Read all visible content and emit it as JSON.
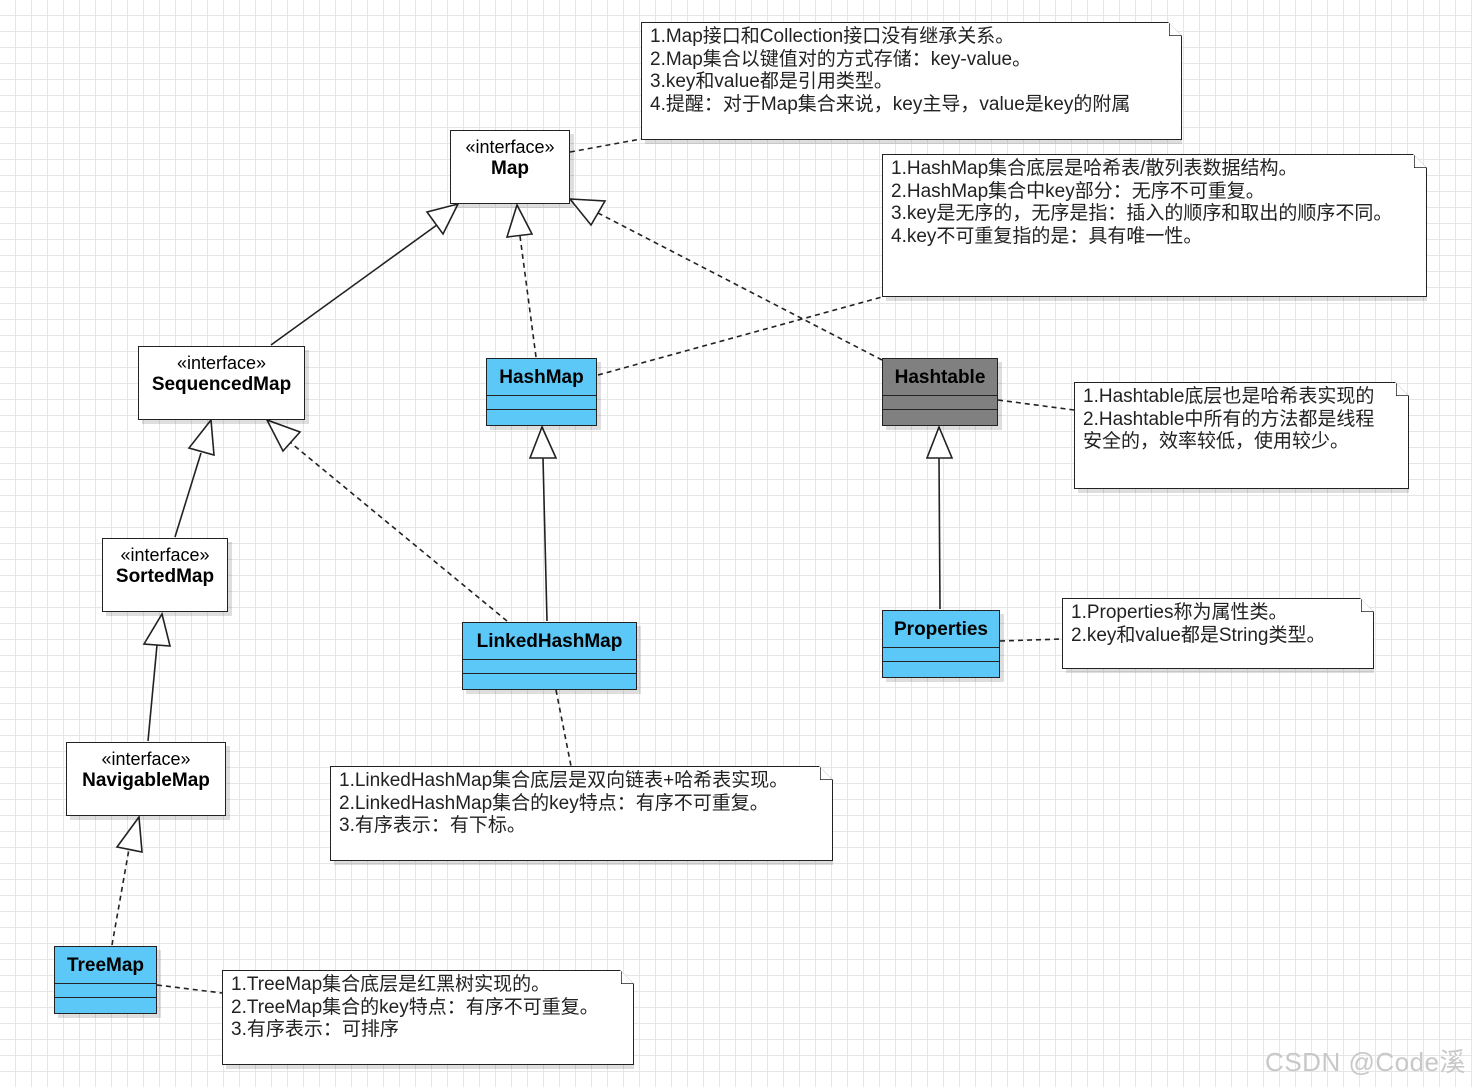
{
  "interfaces": {
    "map": {
      "stereotype": "«interface»",
      "name": "Map"
    },
    "sequenced_map": {
      "stereotype": "«interface»",
      "name": "SequencedMap"
    },
    "sorted_map": {
      "stereotype": "«interface»",
      "name": "SortedMap"
    },
    "navigable_map": {
      "stereotype": "«interface»",
      "name": "NavigableMap"
    }
  },
  "classes": {
    "hashmap": {
      "name": "HashMap"
    },
    "hashtable": {
      "name": "Hashtable"
    },
    "linkedhashmap": {
      "name": "LinkedHashMap"
    },
    "properties": {
      "name": "Properties"
    },
    "treemap": {
      "name": "TreeMap"
    }
  },
  "notes": {
    "map": [
      "1.Map接口和Collection接口没有继承关系。",
      "2.Map集合以键值对的方式存储：key-value。",
      "3.key和value都是引用类型。",
      "4.提醒：对于Map集合来说，key主导，value是key的附属"
    ],
    "hashmap": [
      "1.HashMap集合底层是哈希表/散列表数据结构。",
      "2.HashMap集合中key部分：无序不可重复。",
      "3.key是无序的，无序是指：插入的顺序和取出的顺序不同。",
      "4.key不可重复指的是：具有唯一性。"
    ],
    "hashtable": [
      "1.Hashtable底层也是哈希表实现的",
      "2.Hashtable中所有的方法都是线程",
      "安全的，效率较低，使用较少。"
    ],
    "properties": [
      "1.Properties称为属性类。",
      "2.key和value都是String类型。"
    ],
    "linkedhashmap": [
      "1.LinkedHashMap集合底层是双向链表+哈希表实现。",
      "2.LinkedHashMap集合的key特点：有序不可重复。",
      "3.有序表示：有下标。"
    ],
    "treemap": [
      "1.TreeMap集合底层是红黑树实现的。",
      "2.TreeMap集合的key特点：有序不可重复。",
      "3.有序表示：可排序"
    ]
  },
  "colors": {
    "class_fill": "#5bc8f7",
    "hashtable_fill": "#808080",
    "line": "#222222"
  },
  "watermark": "CSDN @Code溪"
}
